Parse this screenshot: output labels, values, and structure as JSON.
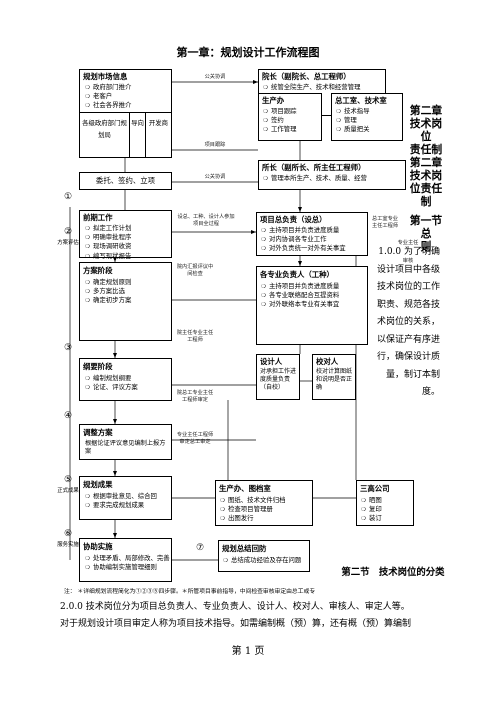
{
  "page_title": "第一章：规划设计工作流程图",
  "boxes": {
    "market": {
      "title": "规划市场信息",
      "items": [
        "政府部门推介",
        "老客户",
        "社会各界推介"
      ],
      "cells": [
        "各级政府部门规划局",
        "导向",
        "开发商"
      ]
    },
    "leader": {
      "title": "院长（副院长、总工程师）",
      "items": [
        "统管全院生产、技术和经营管理"
      ]
    },
    "production": {
      "title": "生产办",
      "items": [
        "项目跟踪",
        "签约",
        "工作管理"
      ]
    },
    "chief_office": {
      "title": "总工室、技术室",
      "items": [
        "技术指导",
        "管理",
        "质量把关"
      ]
    },
    "director": {
      "title": "所长（副所长、所主任工程师）",
      "items": [
        "管理本所生产、技术、质量、经营"
      ]
    },
    "commission": {
      "title": "委托、签约、立项"
    },
    "preliminary": {
      "title": "前期工作",
      "items": [
        "拟定工作计划",
        "明确审批程序",
        "现场调研收资",
        "编写现状报告"
      ]
    },
    "project_lead": {
      "title": "项目总负责（设总）",
      "items": [
        "主持项目并负责进度质量",
        "对内协调各专业工作",
        "对外负责统一对外有关事宜"
      ]
    },
    "scheme": {
      "title": "方案阶段",
      "items": [
        "确定规划原则",
        "多方案比选",
        "确定初步方案"
      ]
    },
    "specialty": {
      "title": "各专业负责人（工种）",
      "items": [
        "主持项目并负责进度质量",
        "各专业联络配合互提资料",
        "对外联络本专业有关事宜"
      ]
    },
    "designer": {
      "title": "设计人",
      "items": [
        "对承担工作进度质量负责（自校）"
      ]
    },
    "checker": {
      "title": "校对人",
      "items": [
        "校对计算图纸和说明是否正确"
      ]
    },
    "outline": {
      "title": "纲要阶段",
      "items": [
        "编制规划纲要",
        "论证、评议方案"
      ]
    },
    "adjust": {
      "title": "调整方案",
      "items": [
        "根据论证评议意见编制上报方案"
      ]
    },
    "results": {
      "title": "规划成果",
      "items": [
        "根据审批意见、综合回",
        "要求完成规划成果"
      ]
    },
    "prod_archive": {
      "title": "生产办、图档室",
      "items": [
        "图纸、技术文件归档",
        "检查项目管理册",
        "出图发行"
      ]
    },
    "three_high": {
      "title": "三高公司",
      "items": [
        "晒图",
        "复印",
        "装订"
      ]
    },
    "coordinate": {
      "title": "协助实施",
      "items": [
        "处理矛盾、局部修改、完善",
        "协助编制实施管理细则"
      ]
    },
    "summary": {
      "title": "规划总结回防",
      "items": [
        "总结成功经验及存在问题"
      ]
    }
  },
  "annotations": {
    "public_relations_1": "公关协调",
    "public_relations_2": "公关协调",
    "project_tracking": "项目跟踪",
    "design_note": "设总、工种、设计人参加项目全过程",
    "internal_review_1": "院内汇报评议中间检查",
    "internal_review_2": "院主任专业主任工程师",
    "internal_review_3": "院总工专业主任工程师审定",
    "chief_review": "专业主任工程师审定总工审定",
    "chief_mid": "总工室专业主任工程师",
    "chief_right": "专业主任",
    "chief_right_2": "审核",
    "stage_2": "方案评估",
    "stage_5": "正式成果",
    "stage_6": "服务实施",
    "step_7": "⑦"
  },
  "circles": [
    "①",
    "②",
    "③",
    "④",
    "⑤",
    "⑥"
  ],
  "overlay_right": {
    "lines": [
      "第二章",
      "技术岗",
      "位",
      "责任制",
      "第二章",
      "技术岗",
      "位责任",
      "制",
      "第一节",
      "总",
      "则"
    ]
  },
  "body_text": {
    "intro": "1.0.0 为了明确设计项目中各级技术岗位的工作职责、规范各技术岗位的关系，以保证产有序进行，确保设计质量，制订本制度。",
    "section_2": "第二节　技术岗位的分类",
    "item_200": "2.0.0 技术岗位分为项目总负责人、专业负责人、设计人、校对人、审核人、审定人等。",
    "item_line2": "对于规划设计项目审定人称为项目技术指导。如需编制概（预）算，还有概（预）算编制",
    "footnote": "注： ＊详细规划流程简化为①②③⑤四步骤。＊所管项目事前指导，中间检查审核审定由总工或专"
  },
  "footer": {
    "page_label": "第",
    "page_num": "1",
    "page_unit": "页"
  }
}
